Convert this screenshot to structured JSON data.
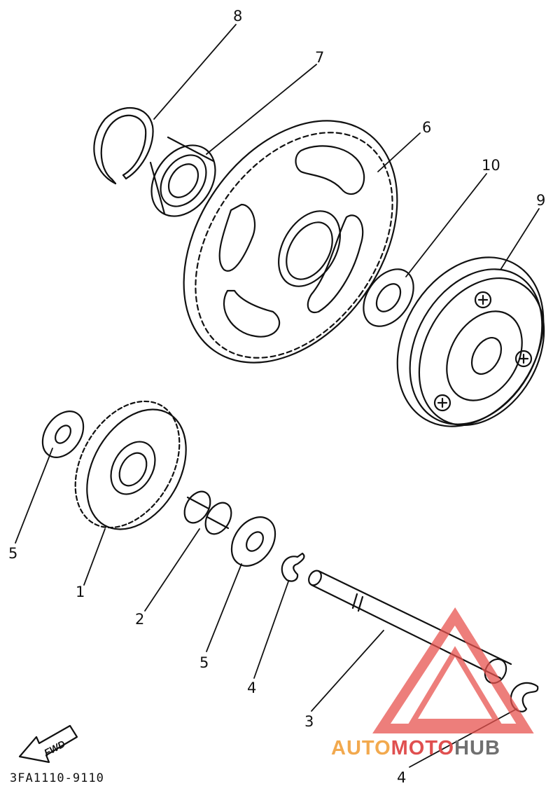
{
  "callouts": {
    "c8": "8",
    "c7": "7",
    "c6": "6",
    "c10": "10",
    "c9": "9",
    "c5a": "5",
    "c1": "1",
    "c2": "2",
    "c5b": "5",
    "c4a": "4",
    "c3": "3",
    "c4b": "4"
  },
  "diagram_code": "3FA1110-9110",
  "fwd_label": "FWD",
  "watermark": {
    "part1": "AUTO",
    "part2": "MOTO",
    "part3": "HUB"
  },
  "colors": {
    "line": "#111111",
    "watermark_triangle": "#e8534f",
    "watermark_orange": "#f2a94e",
    "watermark_gray": "#707070"
  }
}
